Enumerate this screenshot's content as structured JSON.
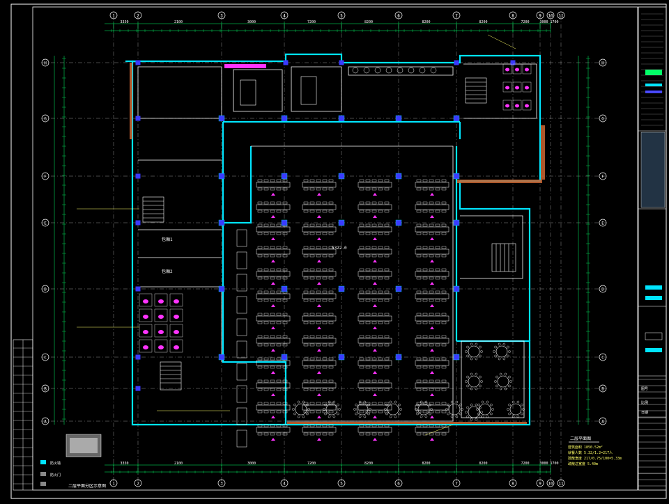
{
  "drawing": {
    "colors": {
      "background": "#000000",
      "frame": "#ffffff",
      "wall": "#00e5ff",
      "grid_line": "#ffffff",
      "dimension": "#00ff66",
      "column": "#3a3aff",
      "furniture": "#ffffff",
      "accent": "#ff33ff",
      "label": "#ffff66",
      "hatch": "#cc6633"
    },
    "top_axis_labels": [
      "1",
      "2",
      "3",
      "4",
      "5",
      "6",
      "7",
      "8",
      "9",
      "10",
      "11"
    ],
    "bottom_axis_labels": [
      "1",
      "2",
      "3",
      "4",
      "5",
      "6",
      "7",
      "8",
      "9",
      "10",
      "11"
    ],
    "left_axis_labels": [
      "H",
      "G",
      "F",
      "E",
      "D",
      "C",
      "B",
      "A"
    ],
    "right_axis_labels": [
      "H",
      "G",
      "F",
      "E",
      "D",
      "C",
      "B",
      "A"
    ],
    "top_dimensions": [
      "3350",
      "2100",
      "3000",
      "7200",
      "8200",
      "8200",
      "8200",
      "7200",
      "3000",
      "1700"
    ],
    "bottom_dimensions": [
      "3350",
      "2100",
      "3000",
      "7200",
      "8200",
      "8200",
      "8200",
      "7200",
      "3000",
      "1700"
    ],
    "room_labels": {
      "dining_hall_area": "5322.0",
      "private_room_1": "包厢1",
      "private_room_2": "包厢2"
    },
    "plan_notes": {
      "floor_title": "二层平面图",
      "area_line_1": "建筑面积 1850.52m²",
      "area_line_2": "就餐人数 5.32/1.2=217人",
      "area_line_3": "疏散宽度 217/0.75/100=5.33m",
      "area_line_4": "疏散总宽度 5.40m"
    },
    "key_plan_label": "二层平面分区示意图",
    "legend_items": [
      "防火墙",
      "防火门"
    ],
    "right_panel_items": [
      "图号",
      "比例",
      "日期"
    ]
  }
}
